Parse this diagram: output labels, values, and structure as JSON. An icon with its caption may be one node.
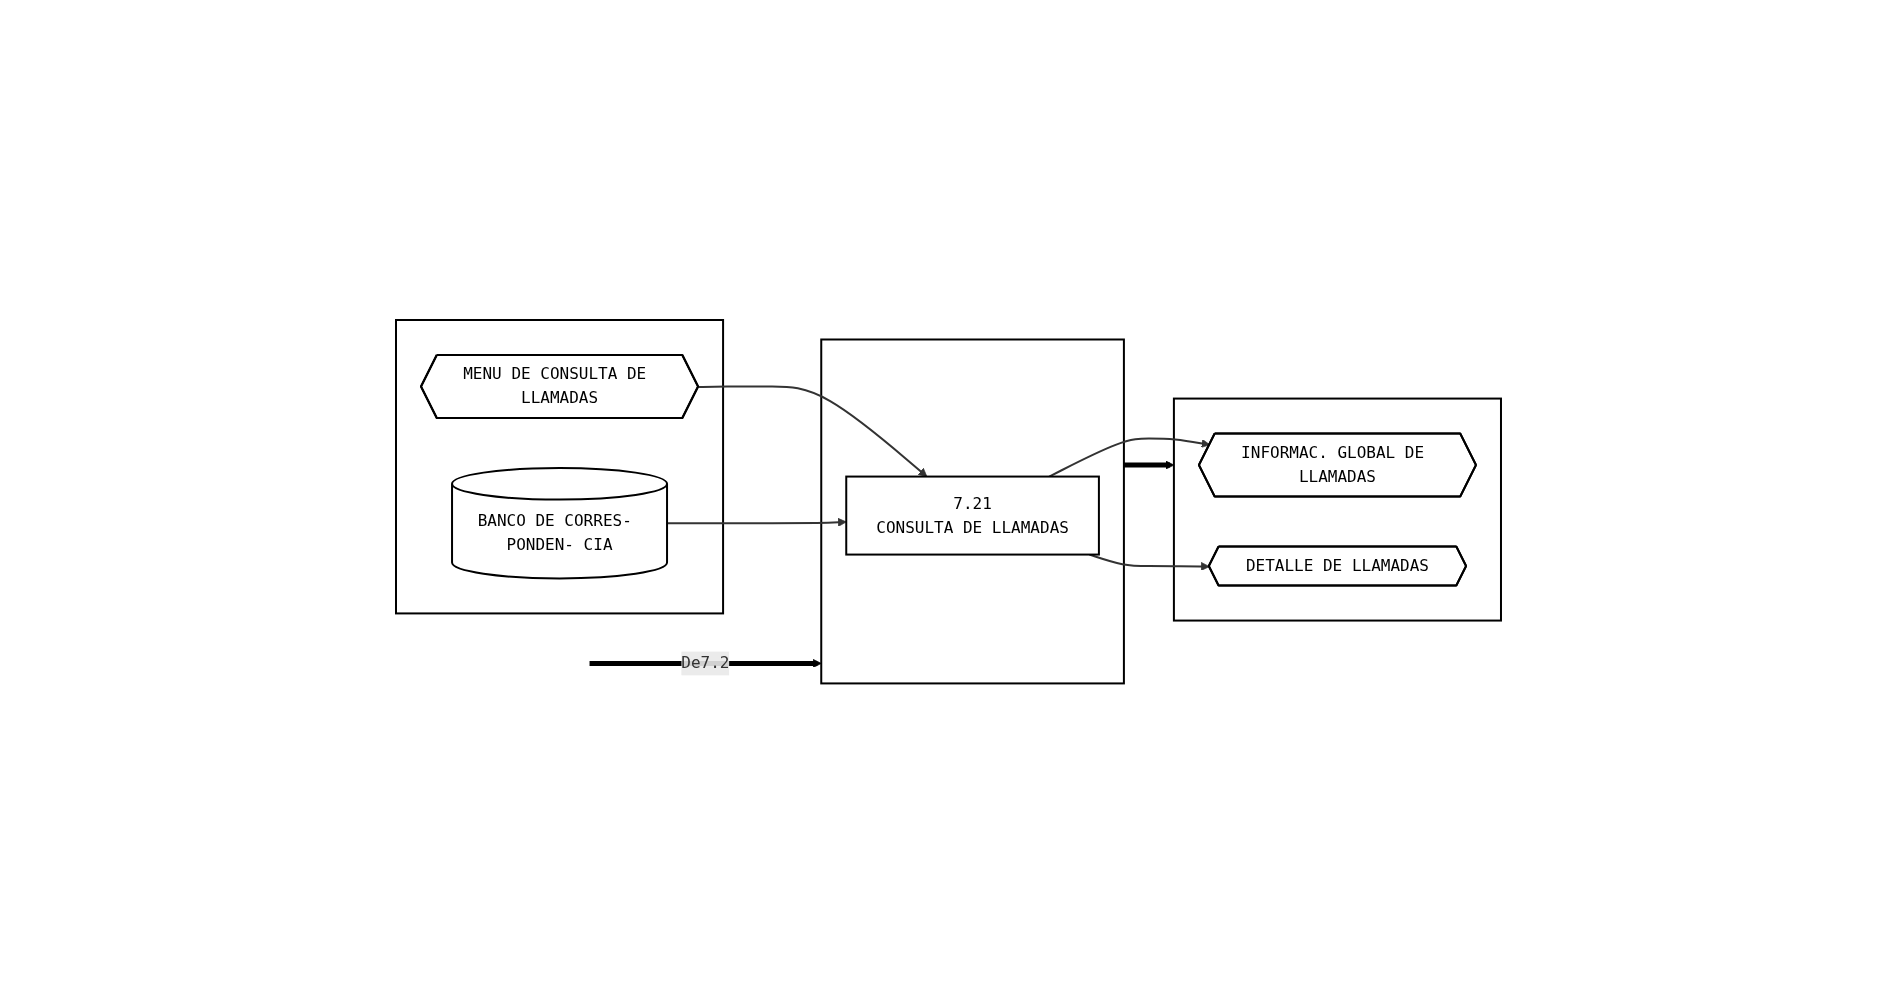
{
  "diagram": {
    "nodes": [
      {
        "text": [],
        "shape": "box"
      },
      {
        "text": [
          "MENU DE CONSULTA DE LLAMADAS"
        ],
        "in": 0
      },
      {
        "text": [
          "BANCO DE CORRES- PONDEN- CIA"
        ],
        "in": 0
      },
      {
        "text": [],
        "shape": "box"
      },
      {
        "text": [
          "7.21",
          "CONSULTA DE LLAMADAS"
        ],
        "in": 3
      },
      {
        "text": [],
        "shape": "box"
      },
      {
        "text": [
          "INFORMAC. GLOBAL DE LLAMADAS"
        ],
        "in": 5
      },
      {
        "text": [
          "DETALLE DE LLAMADAS"
        ],
        "in": 5
      }
    ],
    "edges": [
      {
        "from": null,
        "to": 3,
        "arrow": "to",
        "label": "De7.2",
        "style": "thick",
        "color": "#000000"
      },
      {
        "from": 1,
        "to": 4,
        "arrow": "to"
      },
      {
        "from": 2,
        "to": 4,
        "arrow": "to"
      },
      {
        "from": 4,
        "to": 6,
        "arrow": "to"
      },
      {
        "from": 4,
        "to": 7,
        "arrow": "to"
      },
      {
        "from": 3,
        "to": 5,
        "arrow": "to",
        "style": "thick",
        "color": "#000000"
      }
    ]
  }
}
